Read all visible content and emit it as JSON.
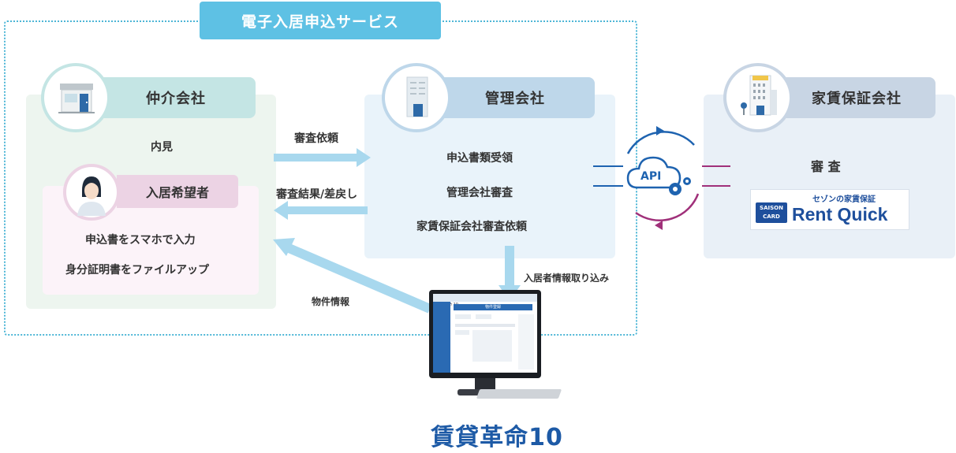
{
  "service_label": "電子入居申込サービス",
  "broker": {
    "title": "仲介会社",
    "task": "内見",
    "applicant": {
      "title": "入居希望者",
      "tasks": [
        "申込書をスマホで入力",
        "身分証明書をファイルアップ"
      ]
    }
  },
  "management": {
    "title": "管理会社",
    "tasks": [
      "申込書類受領",
      "管理会社審査",
      "家賃保証会社審査依頼"
    ]
  },
  "guarantor": {
    "title": "家賃保証会社",
    "task": "審 査",
    "logo": {
      "saison_line1": "SAISON",
      "saison_line2": "CARD",
      "tagline": "セゾンの家賃保証",
      "brand": "Rent Quick"
    }
  },
  "flows": {
    "review_request": "審査依頼",
    "review_result": "審査結果/差戻し",
    "property_info": "物件情報",
    "import_tenant": "入居者情報取り込み"
  },
  "api_label": "API",
  "product": {
    "name": "賃貸革命10",
    "screen_title": "賃貸革命 10",
    "screen_heading": "物件登録"
  },
  "colors": {
    "service_border": "#4eb6d6",
    "service_tab": "#5ec1e4",
    "arrow": "#a8d8ee",
    "api_blue": "#1e63b0",
    "api_purple": "#a0307a",
    "product": "#1d5aa6"
  }
}
